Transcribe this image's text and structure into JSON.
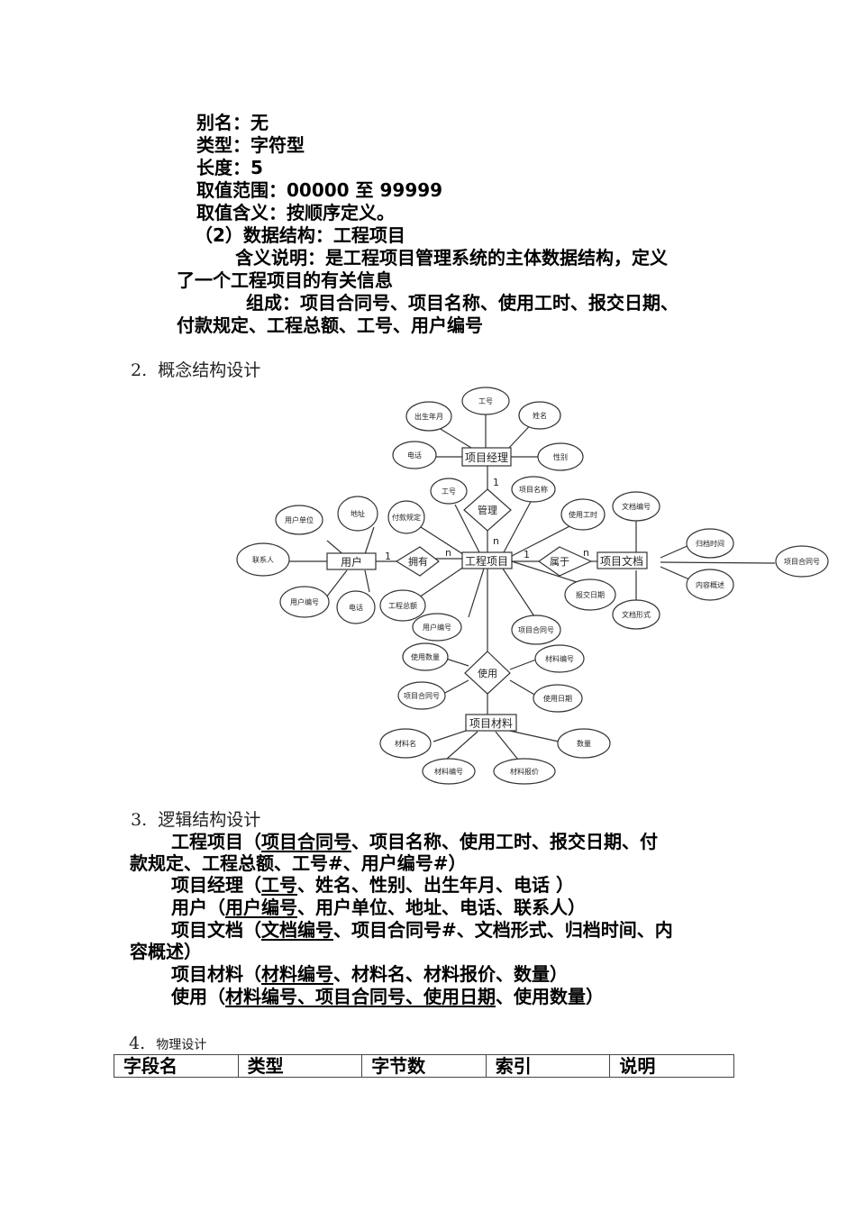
{
  "section1": {
    "lines": [
      "别名：无",
      "类型：字符型",
      "长度：5",
      "取值范围：00000 至 99999",
      "取值含义：按顺序定义。",
      "（2）数据结构：工程项目",
      "含义说明：是工程项目管理系统的主体数据结构，定义",
      "了一个工程项目的有关信息",
      "组成：项目合同号、项目名称、使用工时、报交日期、",
      "付款规定、工程总额、工号、用户编号"
    ]
  },
  "section2": {
    "heading_num": "2.",
    "heading_text": "概念结构设计"
  },
  "er_diagram": {
    "entities": {
      "manager": "项目经理",
      "project": "工程项目",
      "user": "用户",
      "document": "项目文档",
      "material": "项目材料"
    },
    "relationships": {
      "manage": "管理",
      "own": "拥有",
      "belong": "属于",
      "use": "使用"
    },
    "cardinalities": {
      "manage_top": "1",
      "manage_bottom": "n",
      "own_left": "1",
      "own_right": "n",
      "belong_left": "1",
      "belong_right": "n"
    },
    "manager_attrs": [
      "工号",
      "出生年月",
      "姓名",
      "电话",
      "性别"
    ],
    "project_attrs": [
      "工号",
      "项目名称",
      "付款规定",
      "使用工时",
      "报交日期",
      "工程总额",
      "用户编号",
      "项目合同号"
    ],
    "user_attrs": [
      "用户单位",
      "地址",
      "联系人",
      "用户编号",
      "电话"
    ],
    "document_attrs": [
      "文档编号",
      "归档时间",
      "项目合同号",
      "内容概述",
      "文档形式"
    ],
    "use_attrs": [
      "使用数量",
      "材料编号",
      "项目合同号",
      "使用日期"
    ],
    "material_attrs": [
      "材料名",
      "数量",
      "材料编号",
      "材料报价"
    ]
  },
  "section3": {
    "heading_num": "3.",
    "heading_text": "逻辑结构设计",
    "l1_a": "工程项目（",
    "l1_key": "项目合同号",
    "l1_b": "、项目名称、使用工时、报交日期、付",
    "l2": "款规定、工程总额、工号#、用户编号#）",
    "l3_a": "项目经理（",
    "l3_key": "工号",
    "l3_b": "、姓名、性别、出生年月、电话 ）",
    "l4_a": "用户（",
    "l4_key": "用户编号",
    "l4_b": "、用户单位、地址、电话、联系人）",
    "l5_a": "项目文档（",
    "l5_key": "文档编号",
    "l5_b": "、项目合同号#、文档形式、归档时间、内",
    "l6": "容概述）",
    "l7_a": "项目材料（",
    "l7_key": "材料编号",
    "l7_b": "、材料名、材料报价、数量）",
    "l8_a": "使用（",
    "l8_key": "材料编号、项目合同号、使用日期",
    "l8_b": "、使用数量）"
  },
  "section4": {
    "heading_num": "4.",
    "heading_text": "物理设计",
    "table_headers": [
      "字段名",
      "类型",
      "字节数",
      "索引",
      "说明"
    ]
  }
}
